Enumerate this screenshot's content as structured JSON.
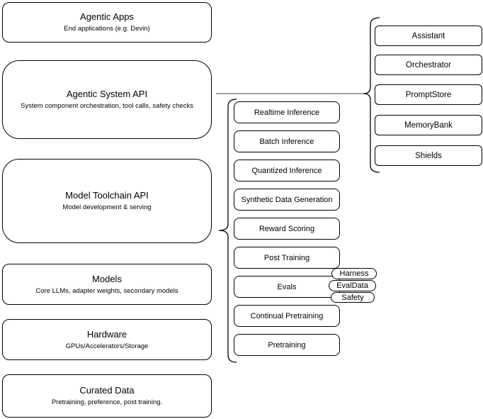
{
  "diagram": {
    "stack_boxes": [
      {
        "title": "Agentic Apps",
        "subtitle": "End applications (e.g. Devin)"
      },
      {
        "title": "Agentic System API",
        "subtitle": "System component orchestration, tool calls, safety checks"
      },
      {
        "title": "Model Toolchain API",
        "subtitle": "Model development & serving"
      },
      {
        "title": "Models",
        "subtitle": "Core LLMs, adapter weights, secondary models"
      },
      {
        "title": "Hardware",
        "subtitle": "GPUs/Accelerators/Storage"
      },
      {
        "title": "Curated Data",
        "subtitle": "Pretraining, preference, post training."
      }
    ],
    "toolchain_services": [
      "Realtime Inference",
      "Batch Inference",
      "Quantized Inference",
      "Synthetic Data Generation",
      "Reward Scoring",
      "Post Training",
      "Evals",
      "Continual Pretraining",
      "Pretraining"
    ],
    "system_components": [
      "Assistant",
      "Orchestrator",
      "PromptStore",
      "MemoryBank",
      "Shields"
    ],
    "eval_tags": [
      "Harness",
      "EvalData",
      "Safety"
    ],
    "colors": {
      "stroke": "#000000",
      "connector": "#808080",
      "background": "#ffffff"
    }
  }
}
